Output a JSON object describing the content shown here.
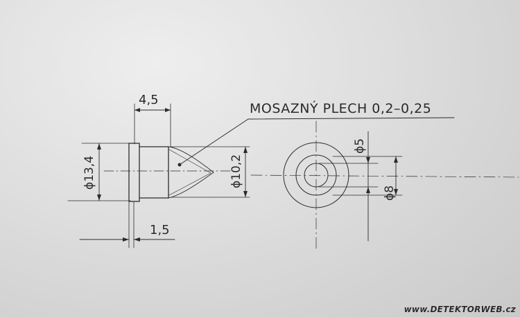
{
  "drawing": {
    "material_note": "MOSAZNÝ PLECH 0,2–0,25",
    "dimensions": {
      "top_length": "4,5",
      "outer_diameter": "ϕ13,4",
      "cone_diameter": "ϕ10,2",
      "flange_thickness": "1,5",
      "inner_diameter_small": "ϕ5",
      "inner_diameter_large": "ϕ8"
    }
  },
  "watermark": "www.DETEKTORWEB.cz",
  "colors": {
    "paper": "#dedede",
    "pencil": "#2a2a2a"
  }
}
